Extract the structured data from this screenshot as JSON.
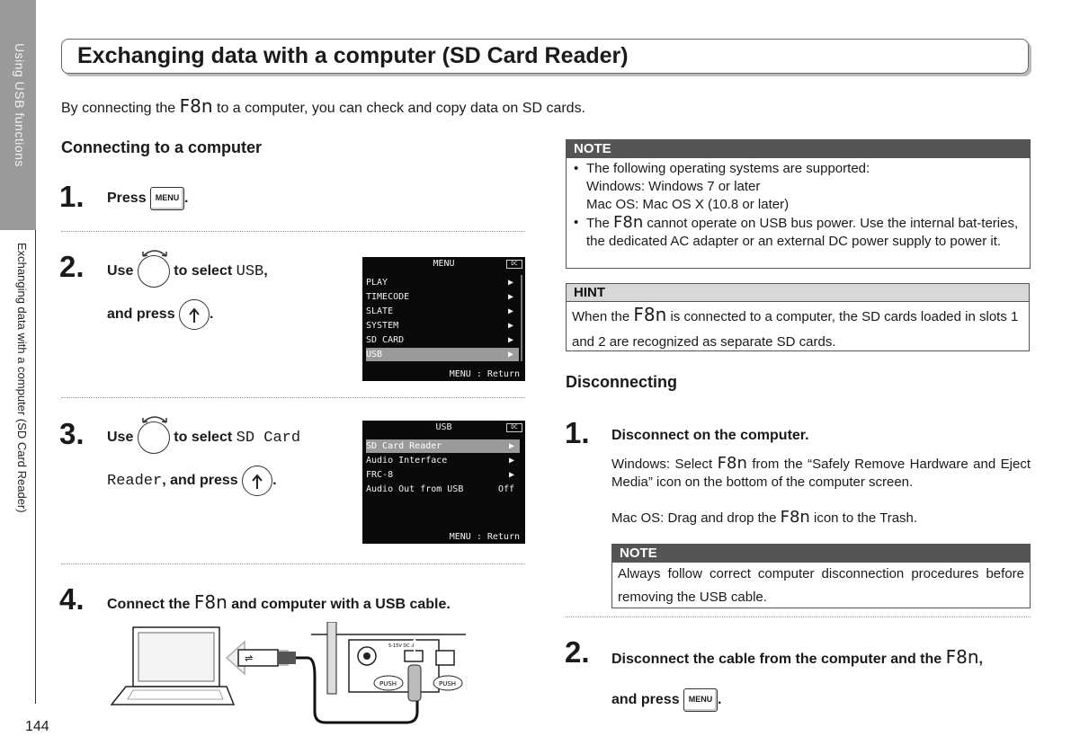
{
  "side": {
    "top_label": "Using USB functions",
    "bottom_label": "Exchanging data with a computer (SD Card Reader)",
    "page_number": "144"
  },
  "title": "Exchanging data with a computer (SD Card Reader)",
  "intro": {
    "before": "By connecting the ",
    "device": "F8n",
    "after": " to a computer, you can check and copy data on SD cards."
  },
  "connecting": {
    "heading": "Connecting to a computer",
    "step1": {
      "num": "1.",
      "text": "Press",
      "key": "MENU",
      "end": "."
    },
    "step2": {
      "num": "2.",
      "use": "Use",
      "select": "to select",
      "item": "USB",
      "comma": ",",
      "press": "and press",
      "end": "."
    },
    "step3": {
      "num": "3.",
      "use": "Use",
      "select": "to select",
      "item_a": "SD Card",
      "item_b": "Reader",
      "press": ", and press",
      "end": "."
    },
    "step4": {
      "num": "4.",
      "before": "Connect the ",
      "device": "F8n",
      "after": " and computer with a USB cable."
    }
  },
  "screen_menu": {
    "title": "MENU",
    "items": [
      "PLAY",
      "TIMECODE",
      "SLATE",
      "SYSTEM",
      "SD CARD",
      "USB"
    ],
    "footer": "MENU : Return",
    "battery": "DC"
  },
  "screen_usb": {
    "title": "USB",
    "items": [
      "SD Card Reader",
      "Audio Interface",
      "FRC-8",
      "Audio Out from USB"
    ],
    "off_value": "Off",
    "footer": "MENU : Return",
    "battery": "DC"
  },
  "illustration": {
    "power_label": "5-15V DC IN",
    "push_a": "PUSH",
    "push_b": "PUSH"
  },
  "note1": {
    "head": "NOTE",
    "line1": "The following operating systems are supported:",
    "line2": "Windows:  Windows 7 or later",
    "line3": "Mac OS:  Mac OS X (10.8 or later)",
    "b2_before": "The ",
    "b2_device": "F8n",
    "b2_after": " cannot operate on USB bus power. Use the internal bat-teries, the dedicated AC adapter or an external DC power supply to power it."
  },
  "hint": {
    "head": "HINT",
    "before": "When the ",
    "device": "F8n",
    "after": " is connected to a computer, the SD cards loaded in slots 1 and 2 are recognized as separate SD cards."
  },
  "disconnecting": {
    "heading": "Disconnecting",
    "step1": {
      "num": "1.",
      "text": "Disconnect on the computer.",
      "win_before": "Windows:  Select ",
      "win_device": "F8n",
      "win_after": " from the “Safely Remove Hardware and Eject Media” icon on the bottom of the computer screen.",
      "mac_before": "Mac OS:  Drag and drop the ",
      "mac_device": "F8n",
      "mac_after": " icon to the Trash."
    },
    "note": {
      "head": "NOTE",
      "text": "Always follow correct computer disconnection procedures before removing the USB cable."
    },
    "step2": {
      "num": "2.",
      "before": "Disconnect the cable from the computer and the ",
      "device": "F8n",
      "comma": ",",
      "press": "and press",
      "key": "MENU",
      "end": "."
    }
  }
}
